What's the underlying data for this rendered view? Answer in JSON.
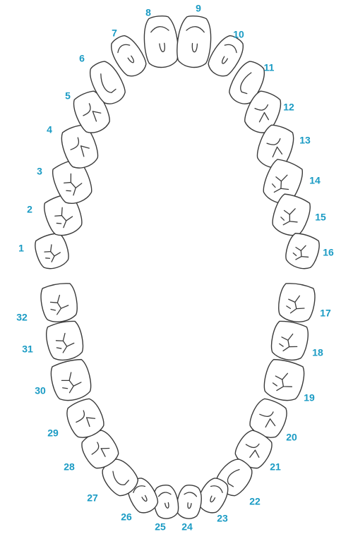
{
  "accent_color": "#1a9bc4",
  "upper_arch": [
    {
      "number": "1"
    },
    {
      "number": "2"
    },
    {
      "number": "3"
    },
    {
      "number": "4"
    },
    {
      "number": "5"
    },
    {
      "number": "6"
    },
    {
      "number": "7"
    },
    {
      "number": "8"
    },
    {
      "number": "9"
    },
    {
      "number": "10"
    },
    {
      "number": "11"
    },
    {
      "number": "12"
    },
    {
      "number": "13"
    },
    {
      "number": "14"
    },
    {
      "number": "15"
    },
    {
      "number": "16"
    }
  ],
  "lower_arch": [
    {
      "number": "17"
    },
    {
      "number": "18"
    },
    {
      "number": "19"
    },
    {
      "number": "20"
    },
    {
      "number": "21"
    },
    {
      "number": "22"
    },
    {
      "number": "23"
    },
    {
      "number": "24"
    },
    {
      "number": "25"
    },
    {
      "number": "26"
    },
    {
      "number": "27"
    },
    {
      "number": "28"
    },
    {
      "number": "29"
    },
    {
      "number": "30"
    },
    {
      "number": "31"
    },
    {
      "number": "32"
    }
  ]
}
